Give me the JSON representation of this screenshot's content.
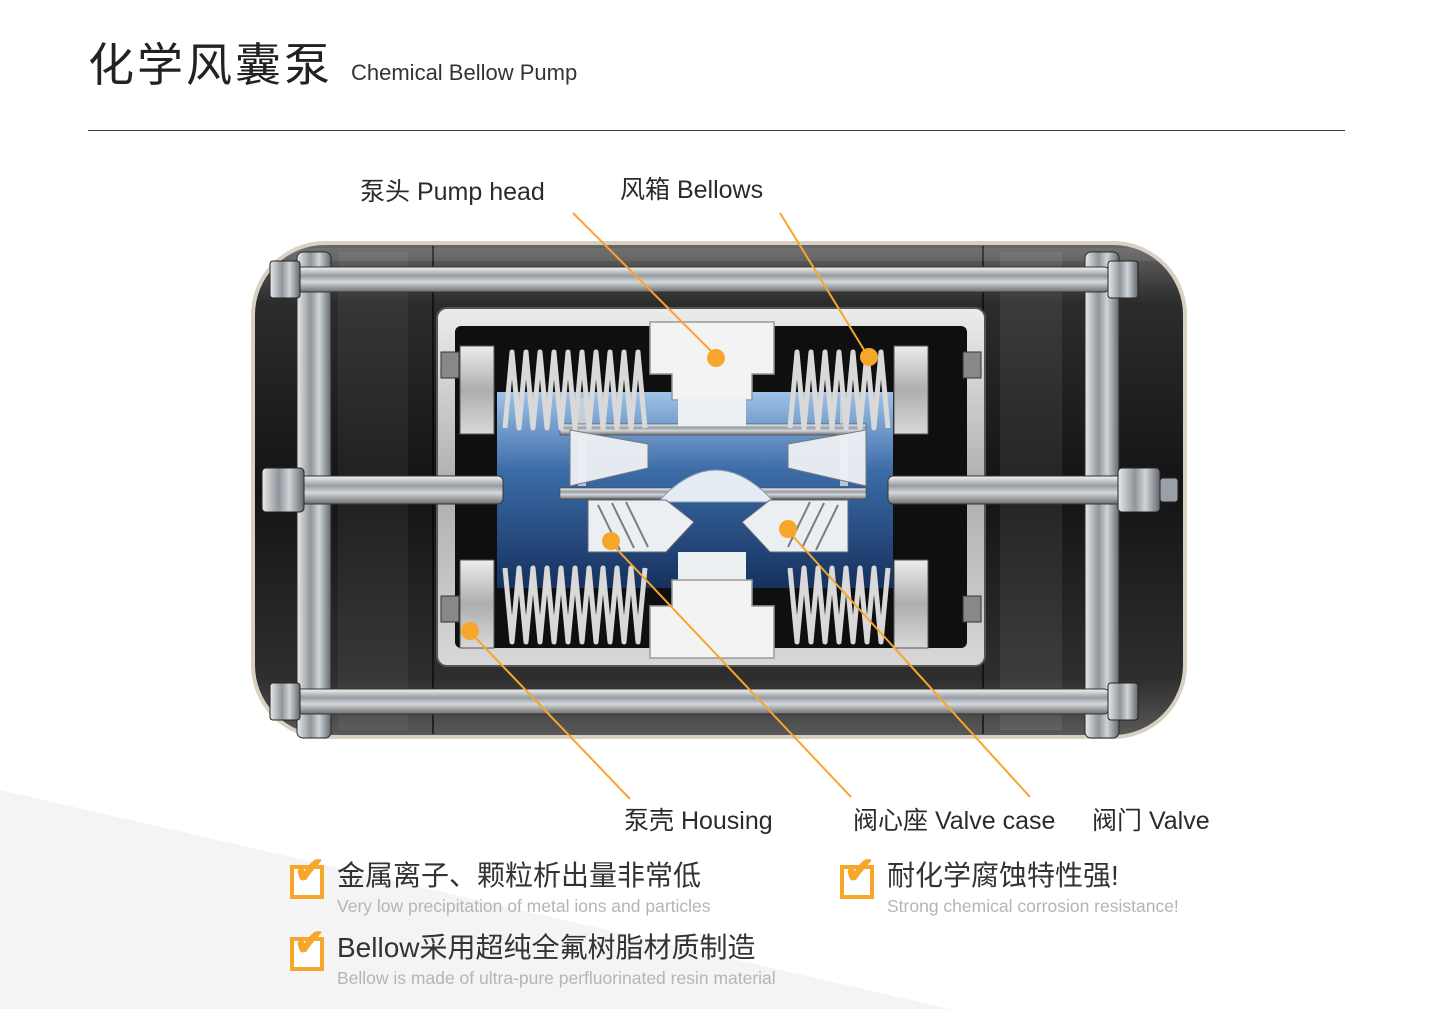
{
  "header": {
    "title_zh": "化学风囊泵",
    "title_en": "Chemical Bellow Pump"
  },
  "diagram": {
    "labels": {
      "pump_head": "泵头 Pump head",
      "bellows": "风箱 Bellows",
      "housing": "泵壳 Housing",
      "valve_case": "阀心座 Valve case",
      "valve": "阀门 Valve"
    },
    "callout_color": "#f6a62b",
    "chamber_color": "#3c6ca8",
    "housing_color": "#161616",
    "rim_color": "#d8d1c2"
  },
  "features": [
    {
      "main": "金属离子、颗粒析出量非常低",
      "sub": "Very low precipitation of metal ions and particles"
    },
    {
      "main": "耐化学腐蚀特性强!",
      "sub": "Strong chemical corrosion resistance!"
    },
    {
      "main": "Bellow采用超纯全氟树脂材质制造",
      "sub": "Bellow is made of ultra-pure perfluorinated resin material"
    }
  ],
  "accent_color": "#f6a62b"
}
